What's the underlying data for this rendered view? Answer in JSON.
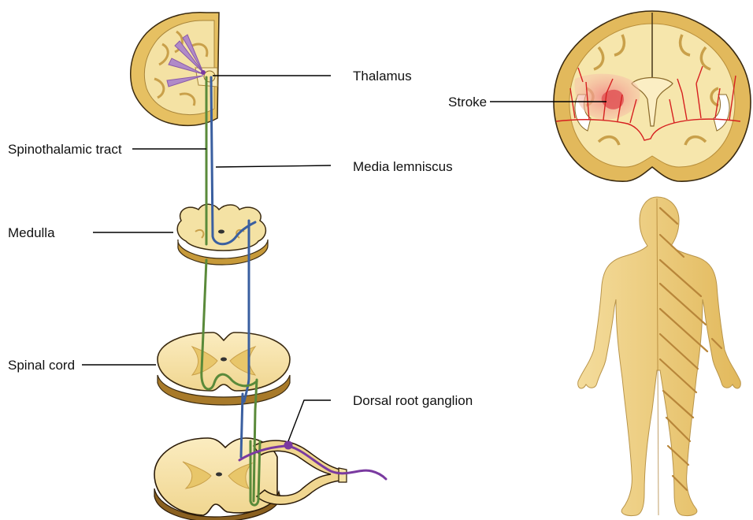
{
  "labels": {
    "thalamus": "Thalamus",
    "spinothalamic_tract": "Spinothalamic tract",
    "medial_lemniscus": "Media lemniscus",
    "medulla": "Medulla",
    "spinal_cord": "Spinal cord",
    "dorsal_root_ganglion": "Dorsal root ganglion",
    "stroke": "Stroke"
  },
  "colors": {
    "spinothalamic_pathway": "#5a8a3a",
    "medial_lemniscus_pathway": "#3a5fa0",
    "peripheral_nerve": "#7a3aa0",
    "brain_tissue": "#e8c66a",
    "body": "#e8c77a",
    "stroke_region": "#e25a5a",
    "vessels": "#d62020"
  }
}
